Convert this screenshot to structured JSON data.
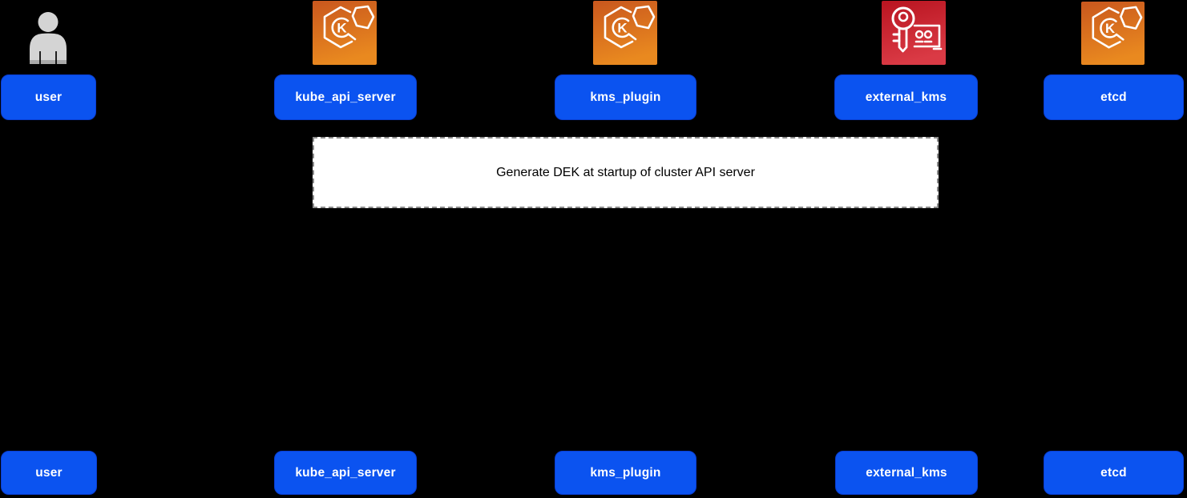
{
  "diagram": {
    "type": "sequence-diagram",
    "note": {
      "text": "Generate DEK at startup of cluster API server"
    },
    "actors": [
      {
        "id": "user",
        "label": "user",
        "icon": "person-icon"
      },
      {
        "id": "kube_api_server",
        "label": "kube_api_server",
        "icon": "kubernetes-hexagon-icon"
      },
      {
        "id": "kms_plugin",
        "label": "kms_plugin",
        "icon": "kubernetes-hexagon-icon"
      },
      {
        "id": "external_kms",
        "label": "external_kms",
        "icon": "kms-key-icon"
      },
      {
        "id": "etcd",
        "label": "etcd",
        "icon": "kubernetes-hexagon-icon"
      }
    ],
    "colors": {
      "background": "#000000",
      "actor_box_fill": "#0b53f0",
      "actor_box_text": "#ffffff",
      "note_fill": "#ffffff",
      "note_border": "#8c8c8c",
      "note_text": "#000000",
      "eks_icon_gradient_top": "#c9571e",
      "eks_icon_gradient_bottom": "#e9891f",
      "kms_icon_gradient_top": "#b91420",
      "kms_icon_gradient_bottom": "#da3a45",
      "person_icon_gray": "#d4d4d4",
      "person_icon_shadow": "#a9a9a9"
    }
  }
}
